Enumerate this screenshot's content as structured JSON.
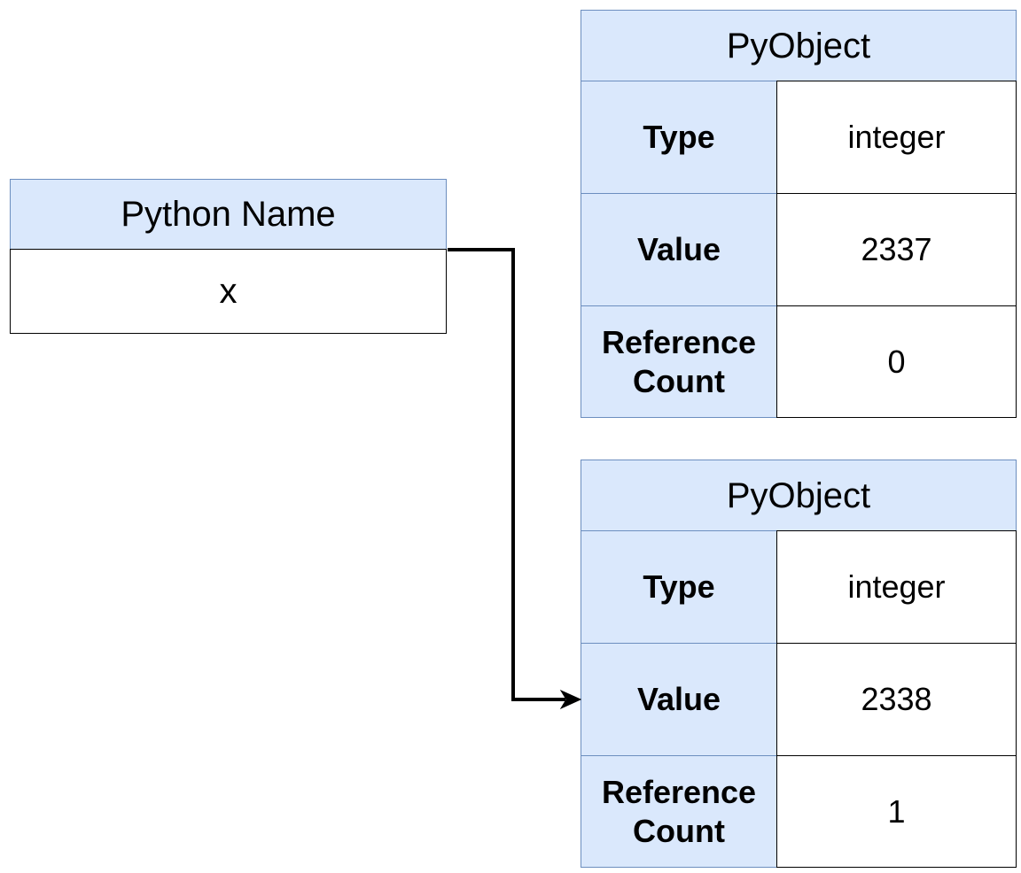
{
  "python_name": {
    "header": "Python Name",
    "value": "x"
  },
  "objects": [
    {
      "header": "PyObject",
      "rows": [
        {
          "label": "Type",
          "value": "integer"
        },
        {
          "label": "Value",
          "value": "2337"
        },
        {
          "label": "Reference\nCount",
          "value": "0"
        }
      ]
    },
    {
      "header": "PyObject",
      "rows": [
        {
          "label": "Type",
          "value": "integer"
        },
        {
          "label": "Value",
          "value": "2338"
        },
        {
          "label": "Reference\nCount",
          "value": "1"
        }
      ]
    }
  ],
  "colors": {
    "header_fill": "#dae8fc",
    "header_stroke": "#6c8ebf",
    "cell_fill": "#ffffff",
    "cell_stroke": "#000000",
    "arrow": "#000000"
  }
}
